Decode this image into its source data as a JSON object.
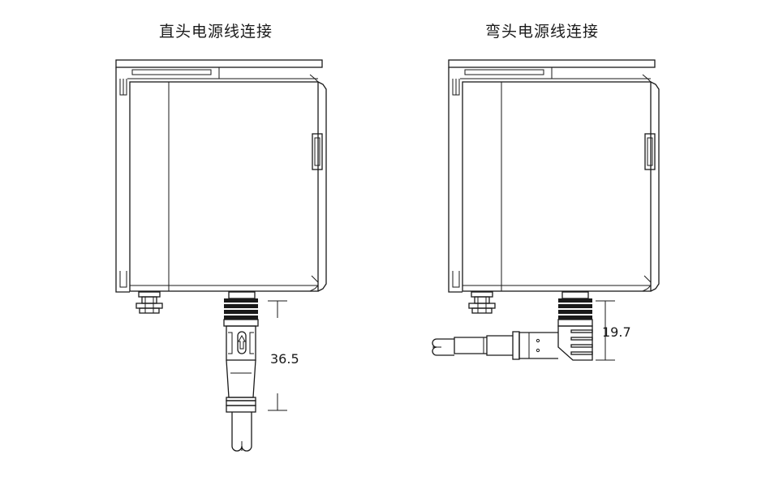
{
  "titles": {
    "straight": "直头电源线连接",
    "elbow": "弯头电源线连接"
  },
  "dimensions": {
    "straight_length": "36.5",
    "elbow_height": "19.7"
  }
}
